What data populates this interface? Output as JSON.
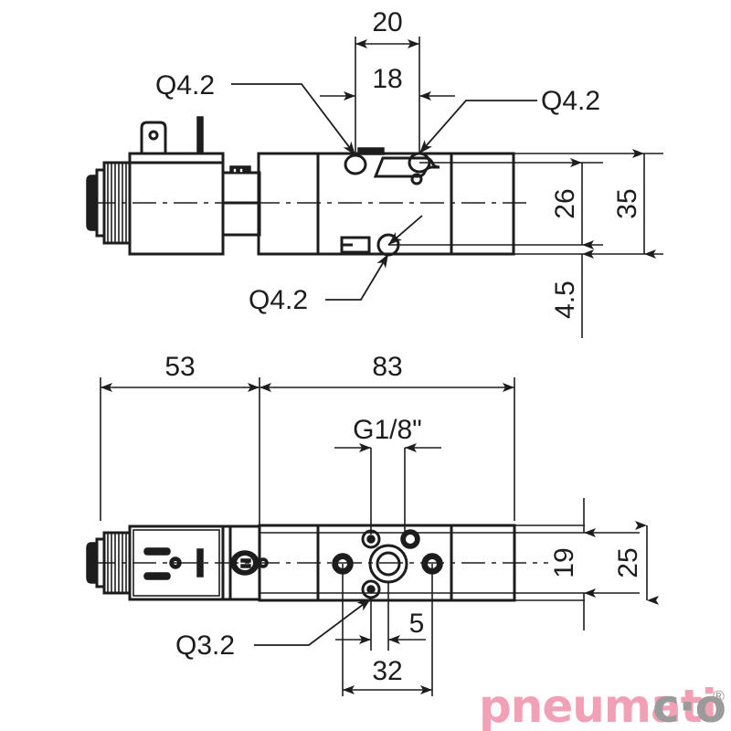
{
  "drawing": {
    "title": "Pneumatic solenoid valve dimensional drawing",
    "units": "mm",
    "line_color": "#1d1d1d",
    "background": "#ffffff",
    "views": [
      {
        "name": "side-view",
        "position": "top",
        "description": "Side elevation of solenoid valve with coil and connector"
      },
      {
        "name": "top-view",
        "position": "bottom",
        "description": "Plan view of solenoid valve showing port holes"
      }
    ],
    "dimensions": {
      "top_view": {
        "d20": "20",
        "d18": "18",
        "d35": "35",
        "d26": "26",
        "d45": "4.5"
      },
      "bottom_view": {
        "d53": "53",
        "d83": "83",
        "thread": "G1/8\"",
        "d19": "19",
        "d25": "25",
        "d32": "32",
        "d5": "5"
      }
    },
    "callouts": {
      "q42_left": "Q4.2",
      "q42_right": "Q4.2",
      "q42_bottom": "Q4.2",
      "q32": "Q3.2"
    },
    "watermark": {
      "text_pink": "pneumati",
      "text_gray": "c·o",
      "registered": "®",
      "color_pink": "#f2a0b5",
      "color_gray": "#9b9b9b"
    }
  }
}
